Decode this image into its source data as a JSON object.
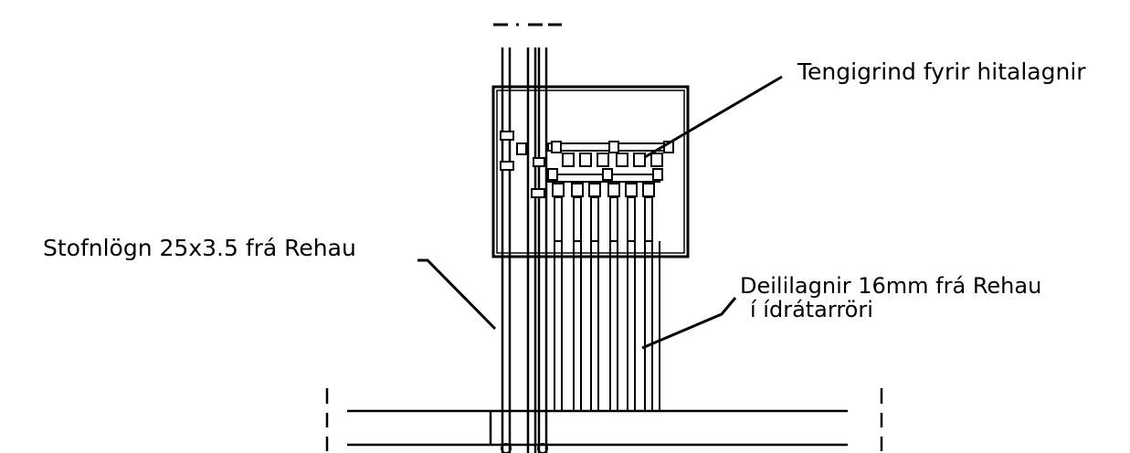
{
  "labels": {
    "manifold": "Tengigrind fyrir hitalagnir",
    "supply_pipes": "Stofnlögn 25x3.5 frá Rehau",
    "distribution_line1": "Deililagnir 16mm frá Rehau",
    "distribution_line2": "í ídrátarröri"
  }
}
